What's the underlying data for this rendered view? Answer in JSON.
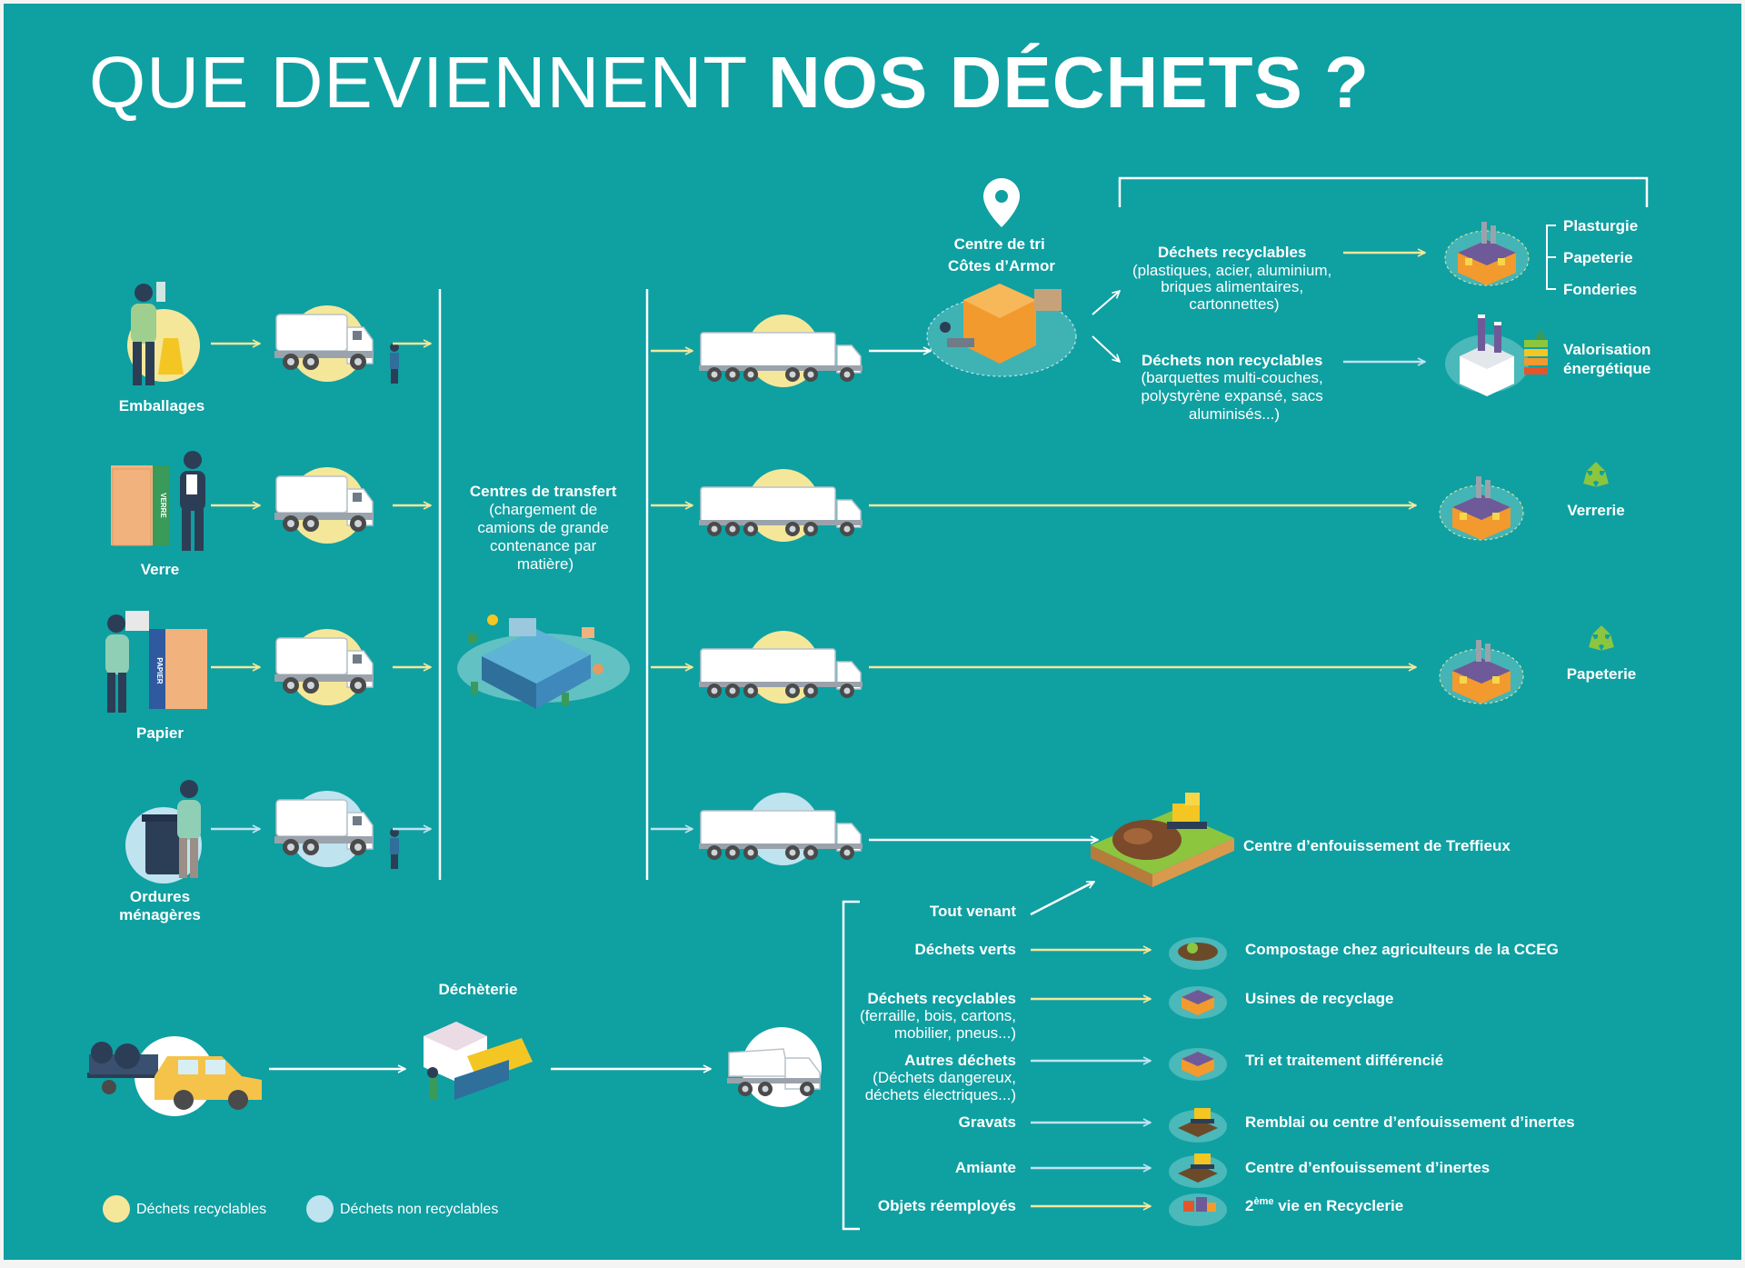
{
  "title": {
    "light": "QUE DEVIENNENT ",
    "bold": "NOS DÉCHETS ?"
  },
  "colors": {
    "background": "#0fa0a2",
    "yellow": "#f5e79a",
    "blue": "#bfe3ef",
    "white": "#ffffff",
    "building_orange": "#f29a2e",
    "building_purple": "#6e5a99"
  },
  "sources": [
    {
      "label": [
        "Emballages"
      ],
      "kind": "yellow"
    },
    {
      "label": [
        "Verre"
      ],
      "kind": "yellow"
    },
    {
      "label": [
        "Papier"
      ],
      "kind": "yellow"
    },
    {
      "label": [
        "Ordures",
        "ménagères"
      ],
      "kind": "blue"
    }
  ],
  "bins": {
    "verre": "VERRE",
    "papier": "PAPIER"
  },
  "transfer": {
    "title": "Centres de transfert",
    "detail": [
      "(chargement de",
      "camions de grande",
      "contenance par",
      "matière)"
    ]
  },
  "sorting_center": {
    "label": [
      "Centre de tri",
      "Côtes d’Armor"
    ]
  },
  "recyclables": {
    "title": "Déchets recyclables",
    "detail": [
      "(plastiques, acier, aluminium,",
      "briques alimentaires,",
      "cartonnettes)"
    ]
  },
  "non_recyclables": {
    "title": "Déchets non recyclables",
    "detail": [
      "(barquettes multi-couches,",
      "polystyrène expansé, sacs",
      "aluminisés...)"
    ]
  },
  "industries": [
    "Plasturgie",
    "Papeterie",
    "Fonderies"
  ],
  "energy": [
    "Valorisation",
    "énergétique"
  ],
  "verrerie": "Verrerie",
  "papeterie": "Papeterie",
  "landfill": "Centre d’enfouissement de Treffieux",
  "dechetterie": "Déchèterie",
  "categories": [
    {
      "label": [
        "Tout venant"
      ],
      "dest": "",
      "kind": "white"
    },
    {
      "label": [
        "Déchets verts"
      ],
      "dest": "Compostage chez agriculteurs de la CCEG",
      "kind": "yellow"
    },
    {
      "label": [
        "Déchets recyclables",
        "(ferraille, bois, cartons,",
        "mobilier, pneus...)"
      ],
      "dest": "Usines de recyclage",
      "kind": "yellow"
    },
    {
      "label": [
        "Autres déchets",
        "(Déchets dangereux,",
        "déchets électriques...)"
      ],
      "dest": "Tri et traitement différencié",
      "kind": "blue"
    },
    {
      "label": [
        "Gravats"
      ],
      "dest": "Remblai ou centre d’enfouissement d’inertes",
      "kind": "blue"
    },
    {
      "label": [
        "Amiante"
      ],
      "dest": "Centre d’enfouissement d’inertes",
      "kind": "blue"
    },
    {
      "label": [
        "Objets réemployés"
      ],
      "dest_pre": "2",
      "dest_sup": "ème",
      "dest_post": " vie en Recyclerie",
      "kind": "yellow"
    }
  ],
  "legend": [
    {
      "label": "Déchets recyclables",
      "kind": "yellow"
    },
    {
      "label": "Déchets non recyclables",
      "kind": "blue"
    }
  ]
}
